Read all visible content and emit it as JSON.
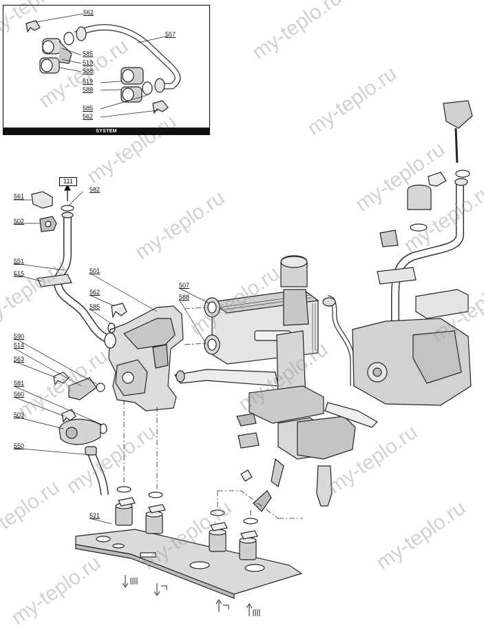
{
  "inset": {
    "caption": "SYSTEM"
  },
  "box_label": "111",
  "watermark": "my-teplo.ru",
  "callouts": {
    "c562a": "562",
    "c557": "557",
    "c585a": "585",
    "c519a": "519",
    "c588a": "588",
    "c519b": "519",
    "c588b": "588",
    "c585b": "585",
    "c562b": "562",
    "c561": "561",
    "c582": "582",
    "c502": "502",
    "c551": "551",
    "c515": "515",
    "c501": "501",
    "c562c": "562",
    "c585c": "585",
    "c590": "590",
    "c514": "514",
    "c563": "563",
    "c581": "581",
    "c560": "560",
    "c503": "503",
    "c550": "550",
    "c521": "521",
    "c507": "507",
    "c588c": "588"
  }
}
